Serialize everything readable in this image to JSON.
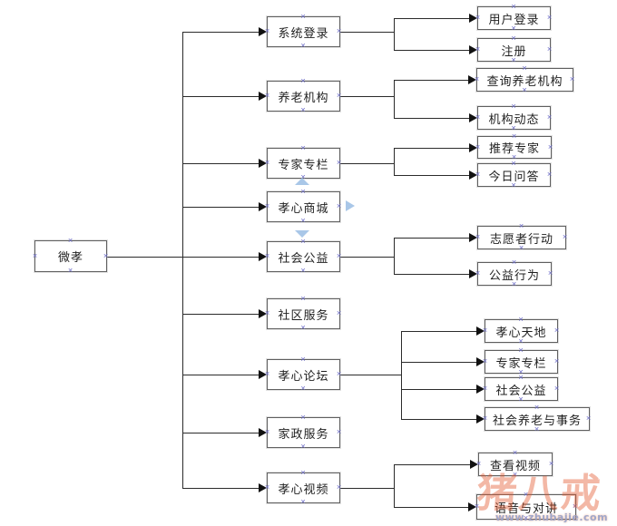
{
  "diagram": {
    "root": "微孝",
    "branches": [
      {
        "label": "系统登录",
        "children": [
          "用户登录",
          "注册"
        ]
      },
      {
        "label": "养老机构",
        "children": [
          "查询养老机构",
          "机构动态"
        ]
      },
      {
        "label": "专家专栏",
        "children": [
          "推荐专家",
          "今日问答"
        ]
      },
      {
        "label": "孝心商城",
        "children": []
      },
      {
        "label": "社会公益",
        "children": [
          "志愿者行动",
          "公益行为"
        ]
      },
      {
        "label": "社区服务",
        "children": []
      },
      {
        "label": "孝心论坛",
        "children": [
          "孝心天地",
          "专家专栏",
          "社会公益",
          "社会养老与事务"
        ]
      },
      {
        "label": "家政服务",
        "children": []
      },
      {
        "label": "孝心视频",
        "children": [
          "查看视频",
          "语音与对讲"
        ]
      }
    ]
  },
  "watermark": {
    "logo_text": "猪八戒",
    "url": "www.zhubajie.com"
  },
  "colors": {
    "connector_line": "#2b2b2b",
    "box_border": "#5f5f5f",
    "connection_handle": "#6e6ec8",
    "scroll_arrow": "#a9c7e8",
    "watermark_orange": "#e4582e"
  }
}
